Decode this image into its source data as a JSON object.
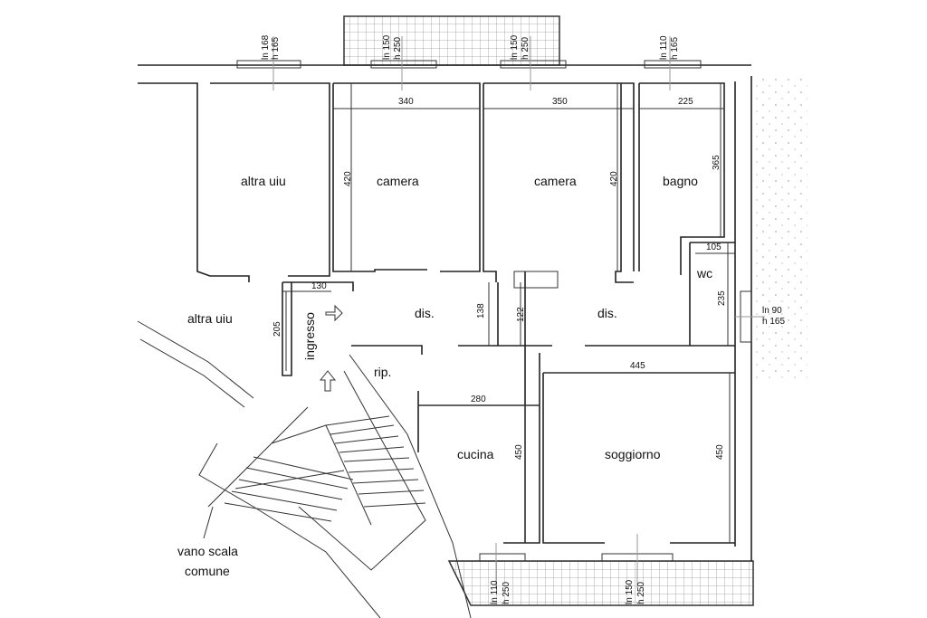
{
  "rooms": {
    "altra_uiu_top": "altra uiu",
    "camera_1": "camera",
    "camera_2": "camera",
    "bagno": "bagno",
    "wc": "wc",
    "altra_uiu_left": "altra uiu",
    "ingresso": "ingresso",
    "dis_1": "dis.",
    "dis_2": "dis.",
    "rip": "rip.",
    "cucina": "cucina",
    "soggiorno": "soggiorno",
    "vano_scala_1": "vano scala",
    "vano_scala_2": "comune"
  },
  "dimensions": {
    "camera1_width": "340",
    "camera2_width": "350",
    "bagno_width": "225",
    "camera1_depth": "420",
    "camera2_depth": "420",
    "bagno_depth": "365",
    "wc_width": "105",
    "wc_depth": "235",
    "ingresso_width": "130",
    "ingresso_depth": "205",
    "dis_138": "138",
    "dis_122": "122",
    "soggiorno_width": "445",
    "cucina_width": "280",
    "cucina_depth": "450",
    "soggiorno_depth": "450"
  },
  "windows": {
    "w1": {
      "ln": "ln 168",
      "h": "h 165"
    },
    "w2": {
      "ln": "ln 150",
      "h": "h 250"
    },
    "w3": {
      "ln": "ln 150",
      "h": "h 250"
    },
    "w4": {
      "ln": "ln 110",
      "h": "h 165"
    },
    "w5": {
      "ln": "ln 90",
      "h": "h 165"
    },
    "w6": {
      "ln": "ln 110",
      "h": "h 250"
    },
    "w7": {
      "ln": "ln 150",
      "h": "h 250"
    }
  }
}
